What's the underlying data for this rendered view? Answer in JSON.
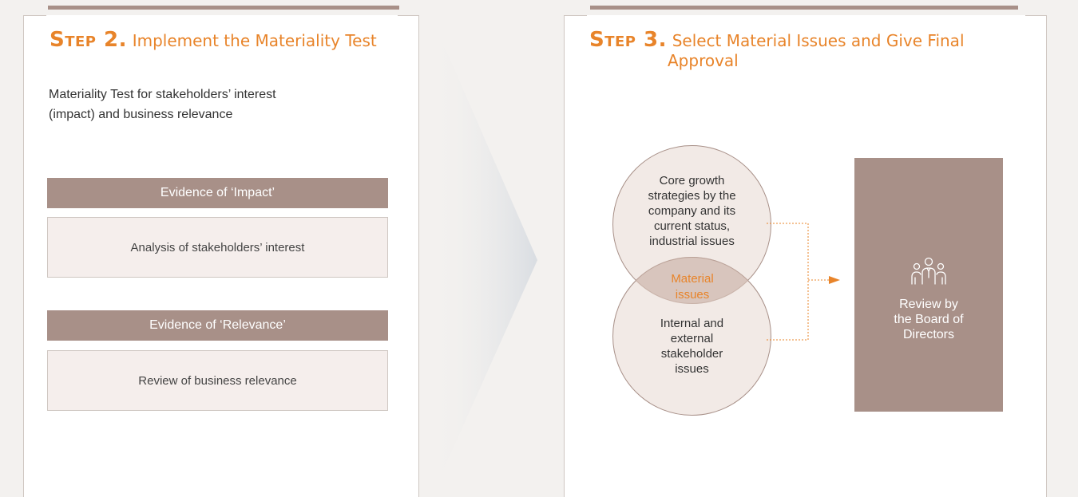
{
  "step2": {
    "step_word": "Step 2.",
    "title": "Implement the Materiality Test",
    "description_line1": "Materiality Test for stakeholders’ interest",
    "description_line2": "(impact) and business relevance",
    "evidence_impact": {
      "header": "Evidence of ‘Impact’",
      "content": "Analysis of stakeholders’ interest"
    },
    "evidence_relevance": {
      "header": "Evidence of ‘Relevance’",
      "content": "Review of business relevance"
    }
  },
  "step3": {
    "step_word": "Step 3.",
    "title_line1": "Select Material Issues and Give Final",
    "title_line2": "Approval",
    "circle_top": {
      "line1": "Core growth",
      "line2": "strategies by the",
      "line3": "company and its",
      "line4": "current status,",
      "line5": "industrial issues"
    },
    "circle_bottom": {
      "line1": "Internal and",
      "line2": "external",
      "line3": "stakeholder",
      "line4": "issues"
    },
    "intersection": {
      "line1": "Material",
      "line2": "issues"
    },
    "board": {
      "icon": "people-group-icon",
      "line1": "Review by",
      "line2": "the Board of",
      "line3": "Directors"
    }
  },
  "colors": {
    "accent_orange": "#e8842a",
    "taupe": "#a89088",
    "pale_box": "#f5eeec",
    "background": "#f3f1ef"
  }
}
